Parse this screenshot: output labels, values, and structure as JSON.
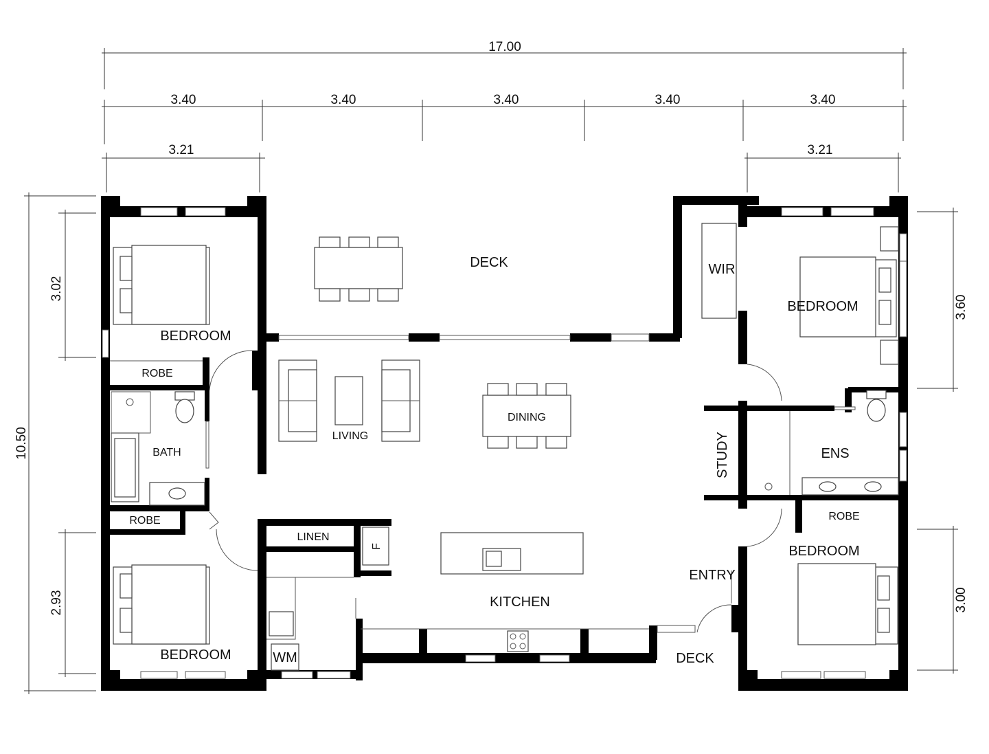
{
  "dimensions": {
    "overall_width": "17.00",
    "bays": [
      "3.40",
      "3.40",
      "3.40",
      "3.40",
      "3.40"
    ],
    "left_bedroom_width": "3.21",
    "right_bedroom_width": "3.21",
    "overall_depth": "10.50",
    "left_top_depth": "3.02",
    "left_bottom_depth": "2.93",
    "right_top_depth": "3.60",
    "right_bottom_depth": "3.00"
  },
  "rooms": {
    "deck_top": "DECK",
    "bedroom_top_left": "BEDROOM",
    "robe_top_left": "ROBE",
    "bath": "BATH",
    "robe_bottom_left": "ROBE",
    "bedroom_bottom_left": "BEDROOM",
    "living": "LIVING",
    "dining": "DINING",
    "linen": "LINEN",
    "fridge": "F",
    "wm": "WM",
    "kitchen": "KITCHEN",
    "wir": "WIR",
    "bedroom_top_right": "BEDROOM",
    "study": "STUDY",
    "ens": "ENS",
    "robe_right": "ROBE",
    "bedroom_bottom_right": "BEDROOM",
    "entry": "ENTRY",
    "deck_bottom": "DECK"
  }
}
